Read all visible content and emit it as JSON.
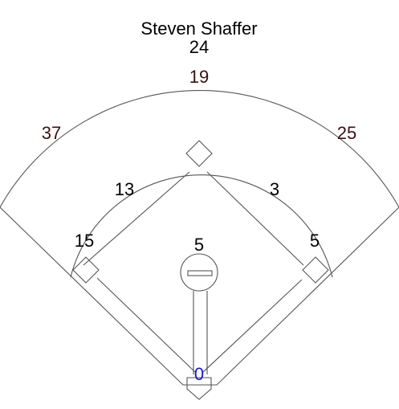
{
  "player_name": "Steven Shaffer",
  "zones": {
    "deep_center": {
      "value": "24",
      "color": "#000000"
    },
    "shallow_center": {
      "value": "19",
      "color": "#3b1010"
    },
    "left_field": {
      "value": "37",
      "color": "#3b1010"
    },
    "right_field": {
      "value": "25",
      "color": "#3b1010"
    },
    "left_center_infield": {
      "value": "13",
      "color": "#000000"
    },
    "right_center_infield": {
      "value": "3",
      "color": "#000000"
    },
    "third_base_line": {
      "value": "15",
      "color": "#000000"
    },
    "first_base_line": {
      "value": "5",
      "color": "#000000"
    },
    "pitcher": {
      "value": "5",
      "color": "#000000"
    },
    "catcher": {
      "value": "0",
      "color": "#1a1acc"
    }
  },
  "colors": {
    "line": "#555555",
    "background": "#ffffff"
  }
}
